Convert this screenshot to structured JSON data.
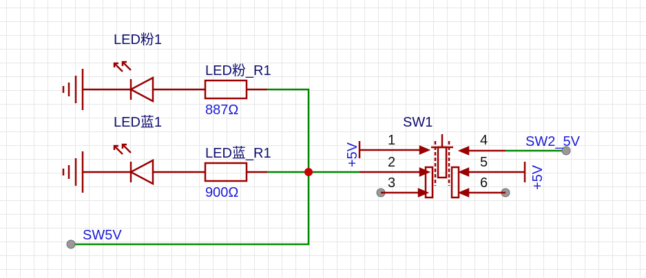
{
  "colors": {
    "symbol": "#990000",
    "wire": "#008800",
    "label": "#0c0c6e",
    "value": "#1a1ad6",
    "junction": "#cc0000",
    "terminal": "#999999",
    "grid": "#e6e6e6"
  },
  "components": {
    "led_pink": {
      "designator": "LED粉1"
    },
    "led_blue": {
      "designator": "LED蓝1"
    },
    "res_pink": {
      "designator": "LED粉_R1",
      "value": "887Ω"
    },
    "res_blue": {
      "designator": "LED蓝_R1",
      "value": "900Ω"
    },
    "switch": {
      "designator": "SW1",
      "pins": [
        "1",
        "2",
        "3",
        "4",
        "5",
        "6"
      ]
    }
  },
  "nets": {
    "sw5v": "SW5V",
    "sw2_5v": "SW2_5V",
    "power_left": "+5V",
    "power_right": "+5V"
  }
}
